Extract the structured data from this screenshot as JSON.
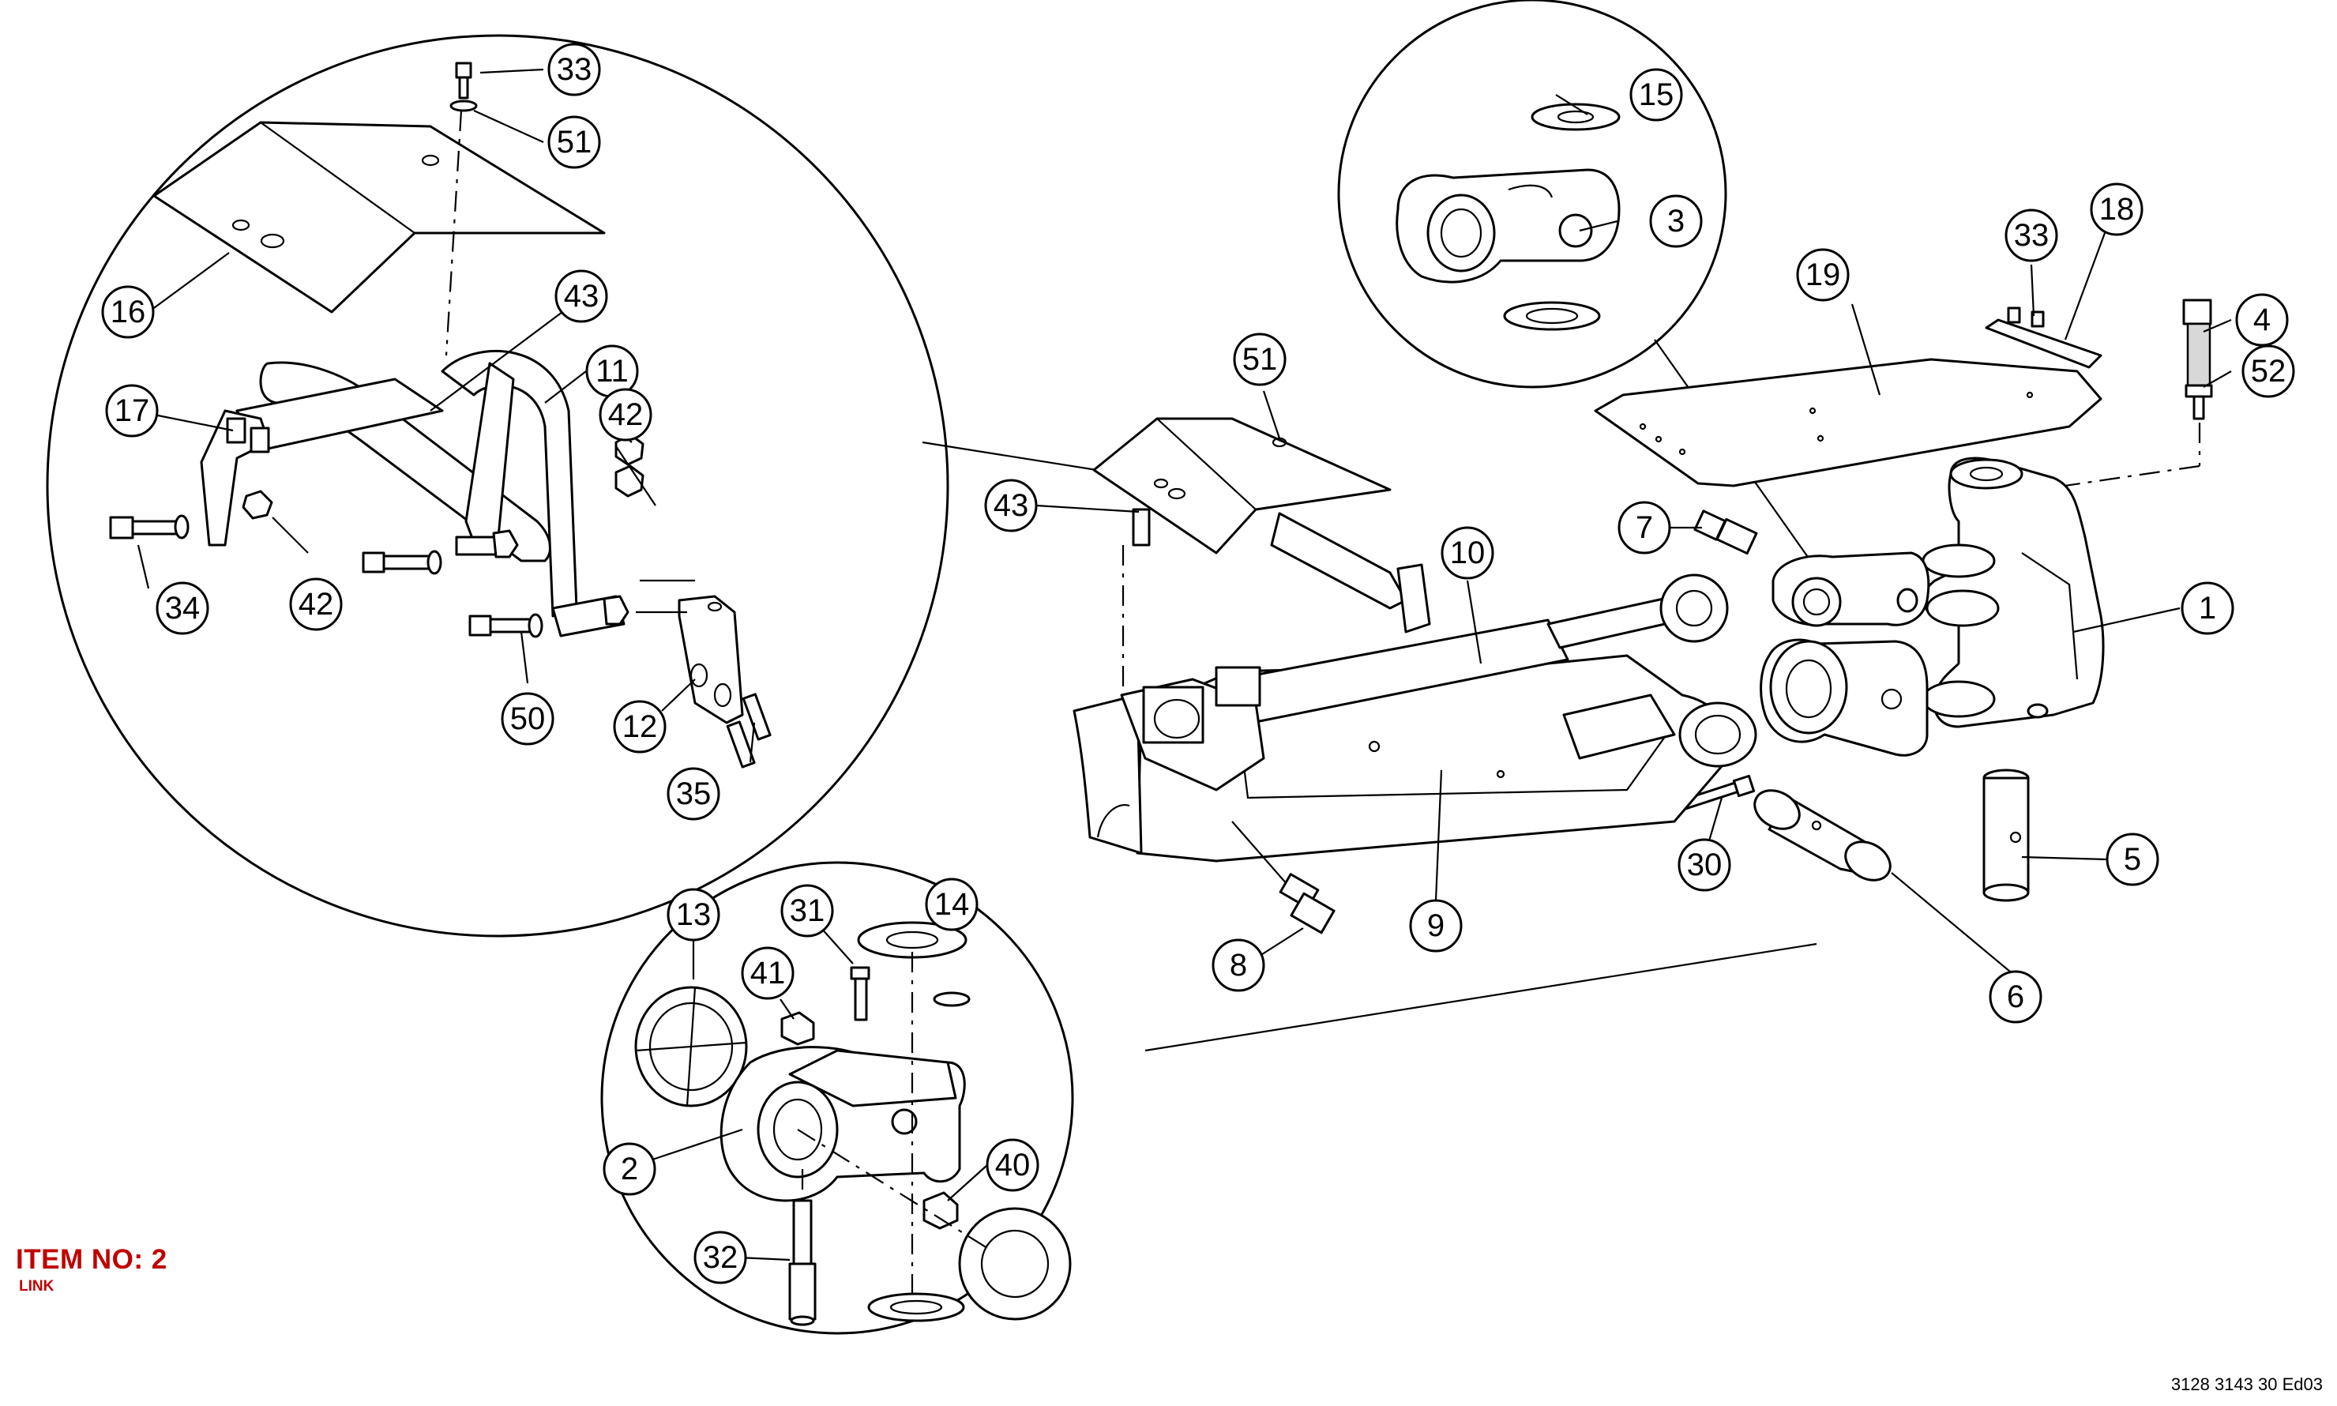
{
  "title": {
    "item_label": "ITEM NO: 2",
    "item_name": "LINK",
    "drawing_number": "3128 3143 30 Ed03"
  },
  "colors": {
    "heading": "#c00000",
    "lines": "#000000"
  },
  "callouts": {
    "c33a": "33",
    "c51a": "51",
    "c16": "16",
    "c43a": "43",
    "c11": "11",
    "c17": "17",
    "c42a": "42",
    "c42b": "42",
    "c34": "34",
    "c50": "50",
    "c12": "12",
    "c35": "35",
    "c15": "15",
    "c3": "3",
    "c19": "19",
    "c33b": "33",
    "c18": "18",
    "c4": "4",
    "c52": "52",
    "c51b": "51",
    "c43b": "43",
    "c7": "7",
    "c10": "10",
    "c1": "1",
    "c30": "30",
    "c5": "5",
    "c6": "6",
    "c8": "8",
    "c9": "9",
    "c13": "13",
    "c31": "31",
    "c14": "14",
    "c41": "41",
    "c2": "2",
    "c40": "40",
    "c32": "32"
  }
}
